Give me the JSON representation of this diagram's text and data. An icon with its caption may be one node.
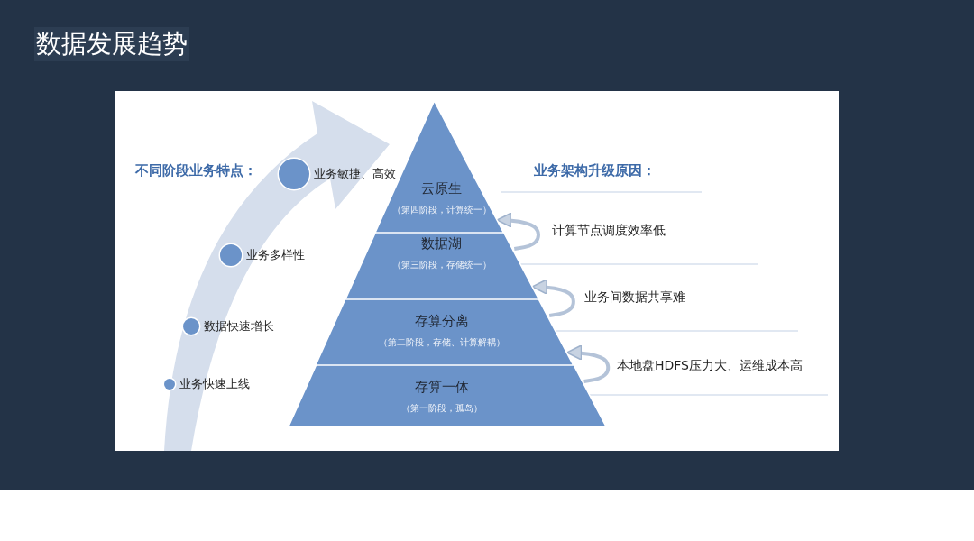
{
  "diagram": {
    "title": "数据发展趋势",
    "nodes": [
      {
        "text": [
          "云原生",
          "（第四阶段，计算统一）"
        ]
      },
      {
        "text": [
          "数据湖",
          "（第三阶段，存储统一）"
        ]
      },
      {
        "text": [
          "存算分离",
          "（第二阶段，存储、计算解耦）"
        ]
      },
      {
        "text": [
          "存算一体",
          "（第一阶段，孤岛）"
        ]
      },
      {
        "text": [],
        "shape": "circle",
        "beside": [
          "业务敏捷、高效"
        ]
      },
      {
        "text": [],
        "shape": "circle",
        "beside": [
          "业务多样性"
        ]
      },
      {
        "text": [],
        "shape": "circle",
        "beside": [
          "数据快速增长"
        ]
      },
      {
        "text": [],
        "shape": "circle",
        "beside": [
          "业务快速上线"
        ]
      }
    ],
    "edges": [
      {
        "from": 1,
        "to": 0,
        "arrow": "to",
        "label": "计算节点调度效率低"
      },
      {
        "from": 2,
        "to": 1,
        "arrow": "to",
        "label": "业务间数据共享难"
      },
      {
        "from": 3,
        "to": 2,
        "arrow": "to",
        "label": "本地盘HDFS压力大、运维成本高"
      }
    ],
    "labels": [
      "不同阶段业务特点：",
      "业务架构升级原因："
    ]
  }
}
